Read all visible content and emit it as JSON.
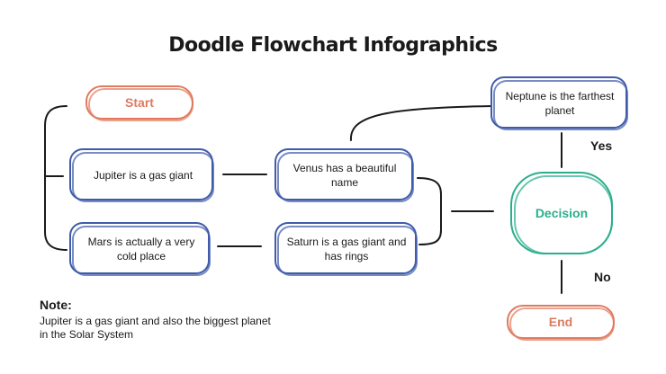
{
  "diagram": {
    "title": "Doodle Flowchart Infographics",
    "nodes": {
      "start": "Start",
      "jupiter": "Jupiter is a gas giant",
      "mars": "Mars is actually a very cold place",
      "venus": "Venus has a beautiful name",
      "saturn": "Saturn is a gas giant and has rings",
      "neptune": "Neptune is the farthest planet",
      "decision": "Decision",
      "end": "End"
    },
    "edges": {
      "yes": "Yes",
      "no": "No"
    },
    "note": {
      "title": "Note:",
      "text": "Jupiter is a gas giant and also the biggest planet in the Solar System"
    },
    "colors": {
      "blue": "#3f5ba9",
      "orange": "#e07a5f",
      "green": "#2bae8c",
      "line": "#1a1a1a"
    }
  }
}
